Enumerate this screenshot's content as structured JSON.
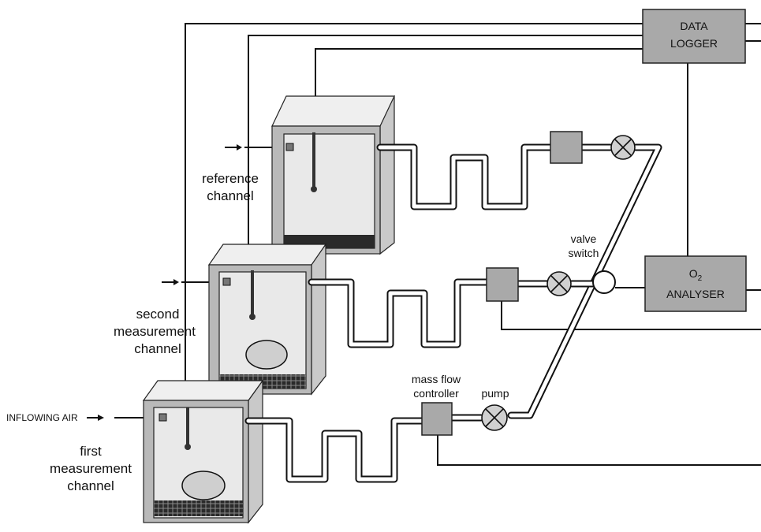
{
  "labels": {
    "data_logger_line1": "DATA",
    "data_logger_line2": "LOGGER",
    "analyser_line1": "O",
    "analyser_sub": "2",
    "analyser_line2": "ANALYSER",
    "reference_line1": "reference",
    "reference_line2": "channel",
    "second_line1": "second",
    "second_line2": "measurement",
    "second_line3": "channel",
    "first_line1": "first",
    "first_line2": "measurement",
    "first_line3": "channel",
    "inflowing_air": "INFLOWING AIR",
    "valve_line1": "valve",
    "valve_line2": "switch",
    "mfc_line1": "mass flow",
    "mfc_line2": "controller",
    "pump": "pump"
  },
  "colors": {
    "line": "#111111",
    "box_fill": "#a9a9a9",
    "chamber_side": "#c9c9c9",
    "floor_grid": "#2a2a2a"
  }
}
